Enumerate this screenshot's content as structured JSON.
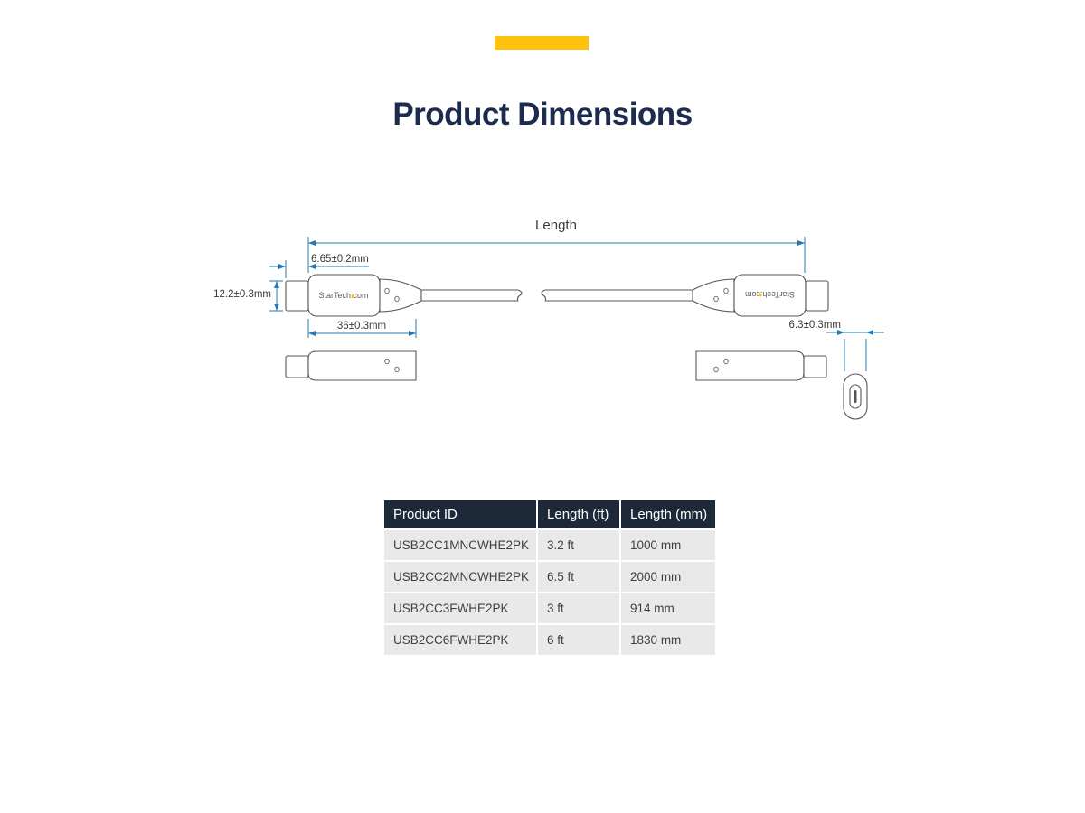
{
  "page": {
    "title": "Product Dimensions",
    "accent_color": "#ffc10e"
  },
  "diagram": {
    "length_label": "Length",
    "dim_tip_length": "6.65±0.2mm",
    "dim_connector_height": "12.2±0.3mm",
    "dim_body_length": "36±0.3mm",
    "dim_connector_width": "6.3±0.3mm",
    "brand": "StarTech.com",
    "dimension_color": "#2579ad"
  },
  "table": {
    "headers": [
      "Product ID",
      "Length (ft)",
      "Length (mm)"
    ],
    "rows": [
      [
        "USB2CC1MNCWHE2PK",
        "3.2 ft",
        "1000 mm"
      ],
      [
        "USB2CC2MNCWHE2PK",
        "6.5 ft",
        "2000 mm"
      ],
      [
        "USB2CC3FWHE2PK",
        "3 ft",
        "914 mm"
      ],
      [
        "USB2CC6FWHE2PK",
        "6 ft",
        "1830 mm"
      ]
    ]
  }
}
